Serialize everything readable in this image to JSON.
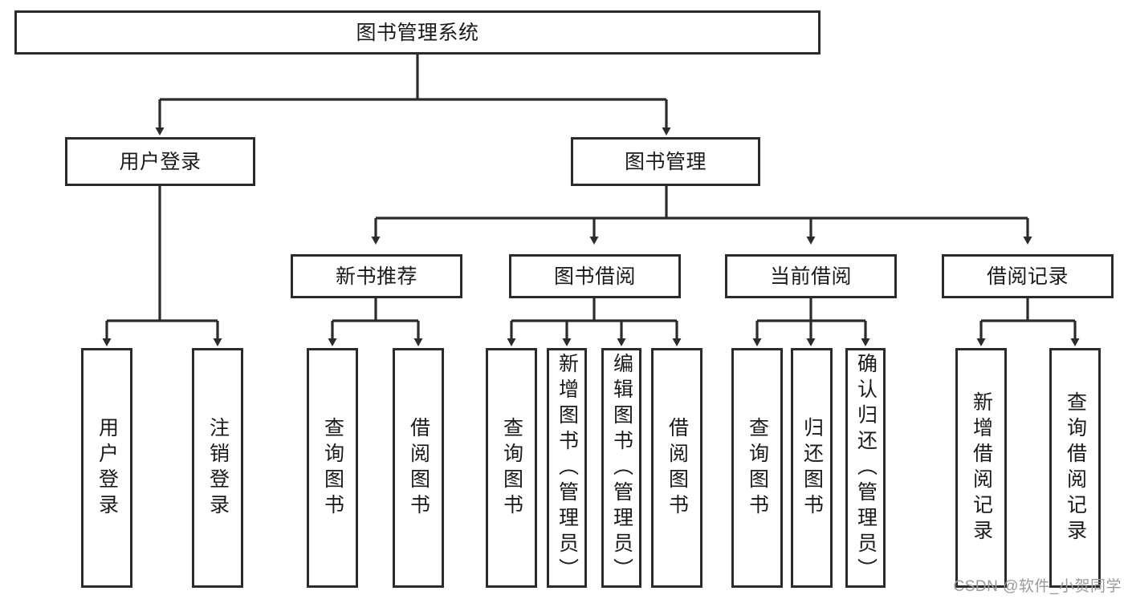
{
  "diagram": {
    "title": "图书管理系统",
    "type": "tree-hierarchy",
    "watermark": "CSDN @软件_小贺同学",
    "colors": {
      "stroke": "#2b2b2b",
      "fill": "#ffffff",
      "text": "#1a1a1a",
      "watermark": "#9a9a9a"
    },
    "nodes": {
      "root": {
        "label": "图书管理系统"
      },
      "level1": [
        {
          "id": "user_login",
          "label": "用户登录"
        },
        {
          "id": "book_manage",
          "label": "图书管理"
        }
      ],
      "level2": [
        {
          "id": "new_book_rec",
          "label": "新书推荐"
        },
        {
          "id": "book_borrow",
          "label": "图书借阅"
        },
        {
          "id": "current_borrow",
          "label": "当前借阅"
        },
        {
          "id": "borrow_record",
          "label": "借阅记录"
        }
      ],
      "leaves": {
        "user_login": [
          {
            "id": "leaf_user_login",
            "label": "用户登录"
          },
          {
            "id": "leaf_logout",
            "label": "注销登录"
          }
        ],
        "new_book_rec": [
          {
            "id": "leaf_query_book_1",
            "label": "查询图书"
          },
          {
            "id": "leaf_borrow_book_1",
            "label": "借阅图书"
          }
        ],
        "book_borrow": [
          {
            "id": "leaf_query_book_2",
            "label": "查询图书"
          },
          {
            "id": "leaf_add_book",
            "label": "新增图书（管理员）"
          },
          {
            "id": "leaf_edit_book",
            "label": "编辑图书（管理员）"
          },
          {
            "id": "leaf_borrow_book_2",
            "label": "借阅图书"
          }
        ],
        "current_borrow": [
          {
            "id": "leaf_query_book_3",
            "label": "查询图书"
          },
          {
            "id": "leaf_return_book",
            "label": "归还图书"
          },
          {
            "id": "leaf_confirm_return",
            "label": "确认归还（管理员）"
          }
        ],
        "borrow_record": [
          {
            "id": "leaf_add_record",
            "label": "新增借阅记录"
          },
          {
            "id": "leaf_query_record",
            "label": "查询借阅记录"
          }
        ]
      }
    }
  }
}
